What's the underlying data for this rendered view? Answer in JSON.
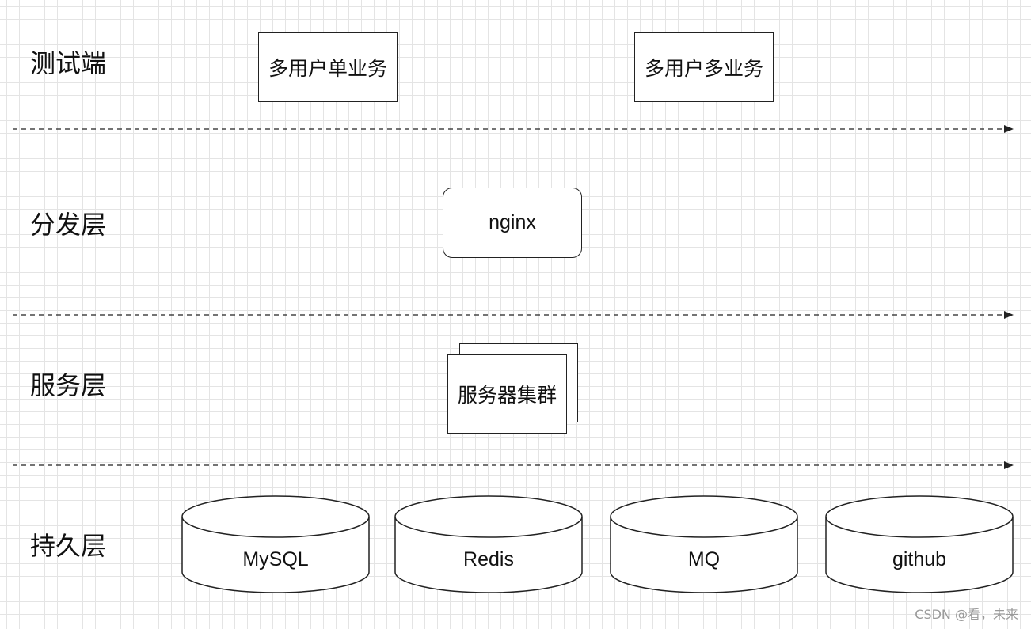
{
  "layers": {
    "test": "测试端",
    "dispatch": "分发层",
    "service": "服务层",
    "persistence": "持久层"
  },
  "test_clients": {
    "single": "多用户单业务",
    "multi": "多用户多业务"
  },
  "dispatch_node": "nginx",
  "service_node": "服务器集群",
  "storage": [
    "MySQL",
    "Redis",
    "MQ",
    "github"
  ],
  "watermark": "CSDN @看，未来",
  "colors": {
    "stroke": "#222222",
    "grid": "#e4e4e4",
    "background": "#ffffff"
  }
}
